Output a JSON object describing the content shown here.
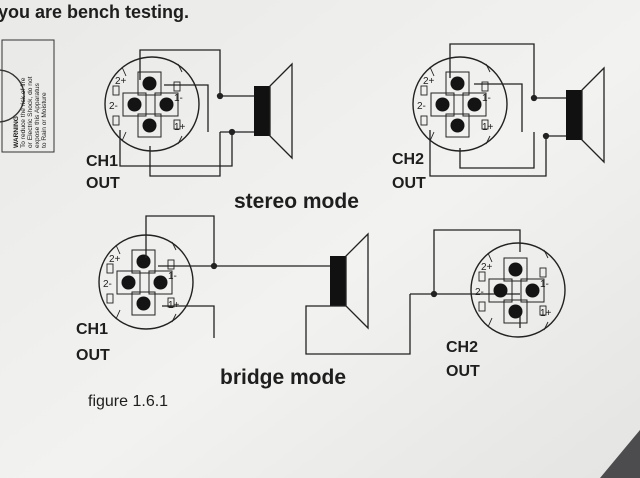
{
  "header": {
    "text": "you are bench testing."
  },
  "warning_label": {
    "lines": [
      "WARNING",
      "To reduce the risk of fire",
      "or Electric Shock, do not",
      "expose this Apparatus",
      "to Rain or Moisture"
    ]
  },
  "terminals": {
    "plus2": "2+",
    "minus2": "2-",
    "minus1": "1-",
    "plus1": "1+"
  },
  "stereo": {
    "mode_label": "stereo mode",
    "ch1": {
      "line1": "CH1",
      "line2": "OUT"
    },
    "ch2": {
      "line1": "CH2",
      "line2": "OUT"
    }
  },
  "bridge": {
    "mode_label": "bridge mode",
    "ch1": {
      "line1": "CH1",
      "line2": "OUT"
    },
    "ch2": {
      "line1": "CH2",
      "line2": "OUT"
    }
  },
  "caption": "figure 1.6.1",
  "colors": {
    "paper": "#f0f0ee",
    "ink": "#1a1a1a",
    "shadow": "#5a5a5c"
  }
}
